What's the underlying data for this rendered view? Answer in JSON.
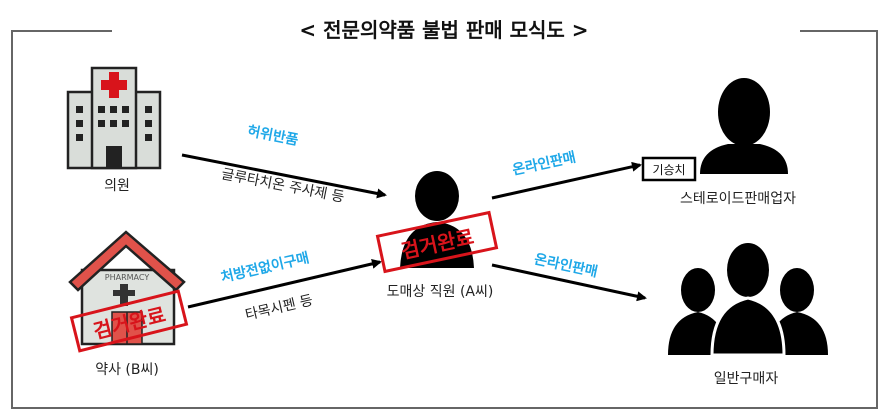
{
  "title": "< 전문의약품 불법 판매 모식도 >",
  "nodes": {
    "clinic": "의원",
    "pharmacist": "약사 (B씨)",
    "wholesaler": "도매상 직원 (A씨)",
    "steroid_seller": "스테로이드판매업자",
    "buyers": "일반구매자"
  },
  "edges": {
    "clinic_to_wholesaler": {
      "action": "허위반품",
      "item": "글루타치온 주사제 등"
    },
    "pharmacist_to_wholesaler": {
      "action": "처방전없이구매",
      "item": "타목시펜 등"
    },
    "wholesaler_to_seller": {
      "action": "온라인판매"
    },
    "wholesaler_to_buyers": {
      "action": "온라인판매"
    }
  },
  "badges": {
    "arrested": "검거완료",
    "indicted": "기승치",
    "pharmacy_sign": "PHARMACY"
  },
  "colors": {
    "accent_blue": "#1fa8e8",
    "stamp_red": "#d8141b",
    "roof_red": "#e0524a"
  }
}
